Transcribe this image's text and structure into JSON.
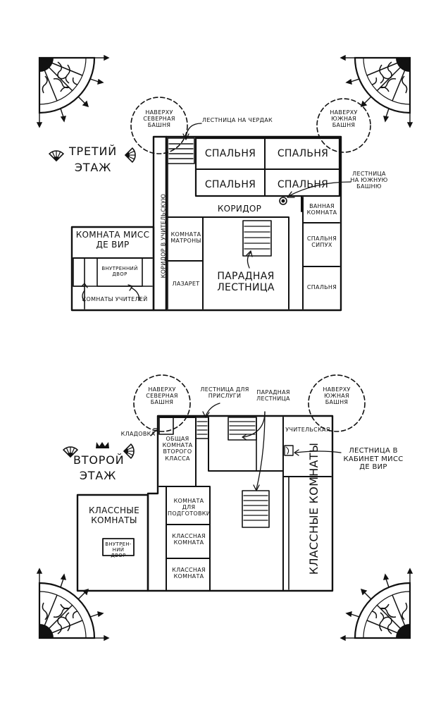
{
  "third_floor": {
    "title_line1": "ТРЕТИЙ",
    "title_line2": "ЭТАЖ",
    "north_tower_up": "НАВЕРХУ СЕВЕРНАЯ БАШНЯ",
    "south_tower_up": "НАВЕРХУ ЮЖНАЯ БАШНЯ",
    "attic_stairs": "ЛЕСТНИЦА НА ЧЕРДАК",
    "bedroom_1": "СПАЛЬНЯ",
    "bedroom_2": "СПАЛЬНЯ",
    "bedroom_3": "СПАЛЬНЯ",
    "bedroom_4": "СПАЛЬНЯ",
    "south_tower_stairs": "ЛЕСТНИЦА НА ЮЖНУЮ БАШНЮ",
    "corridor": "КОРИДОР",
    "bathroom": "ВАННАЯ КОМНАТА",
    "teachers_corridor": "КОРИДОР В УЧИТЕЛЬСКУЮ",
    "miss_devere_room": "КОМНАТА МИСС ДЕ ВИР",
    "matron_room": "КОМНАТА МАТРОНЫ",
    "courtyard": "ВНУТРЕННИЙ ДВОР",
    "teachers_rooms": "КОМНАТЫ УЧИТЕЛЕЙ",
    "infirmary": "ЛАЗАРЕТ",
    "grand_staircase": "ПАРАДНАЯ ЛЕСТНИЦА",
    "sypukh_bedroom": "СПАЛЬНЯ СИПУХ",
    "bedroom_5": "СПАЛЬНЯ"
  },
  "second_floor": {
    "title_line1": "ВТОРОЙ",
    "title_line2": "ЭТАЖ",
    "north_tower_up": "НАВЕРХУ СЕВЕРНАЯ БАШНЯ",
    "south_tower_up": "НАВЕРХУ ЮЖНАЯ БАШНЯ",
    "servant_stairs": "ЛЕСТНИЦА ДЛЯ ПРИСЛУГИ",
    "grand_staircase": "ПАРАДНАЯ ЛЕСТНИЦА",
    "storeroom": "КЛАДОВКА",
    "common_room": "ОБЩАЯ КОМНАТА ВТОРОГО КЛАССА",
    "staff_room": "УЧИТЕЛЬСКАЯ",
    "office_stairs": "ЛЕСТНИЦА В КАБИНЕТ МИСС ДЕ ВИР",
    "classrooms_left": "КЛАССНЫЕ КОМНАТЫ",
    "courtyard": "ВНУТРЕН-НИЙ ДВОР",
    "prep_room": "КОМНАТА ДЛЯ ПОДГОТОВКИ",
    "classroom_1": "КЛАССНАЯ КОМНАТА",
    "classroom_2": "КЛАССНАЯ КОМНАТА",
    "classrooms_right": "КЛАССНЫЕ КОМНАТЫ"
  }
}
